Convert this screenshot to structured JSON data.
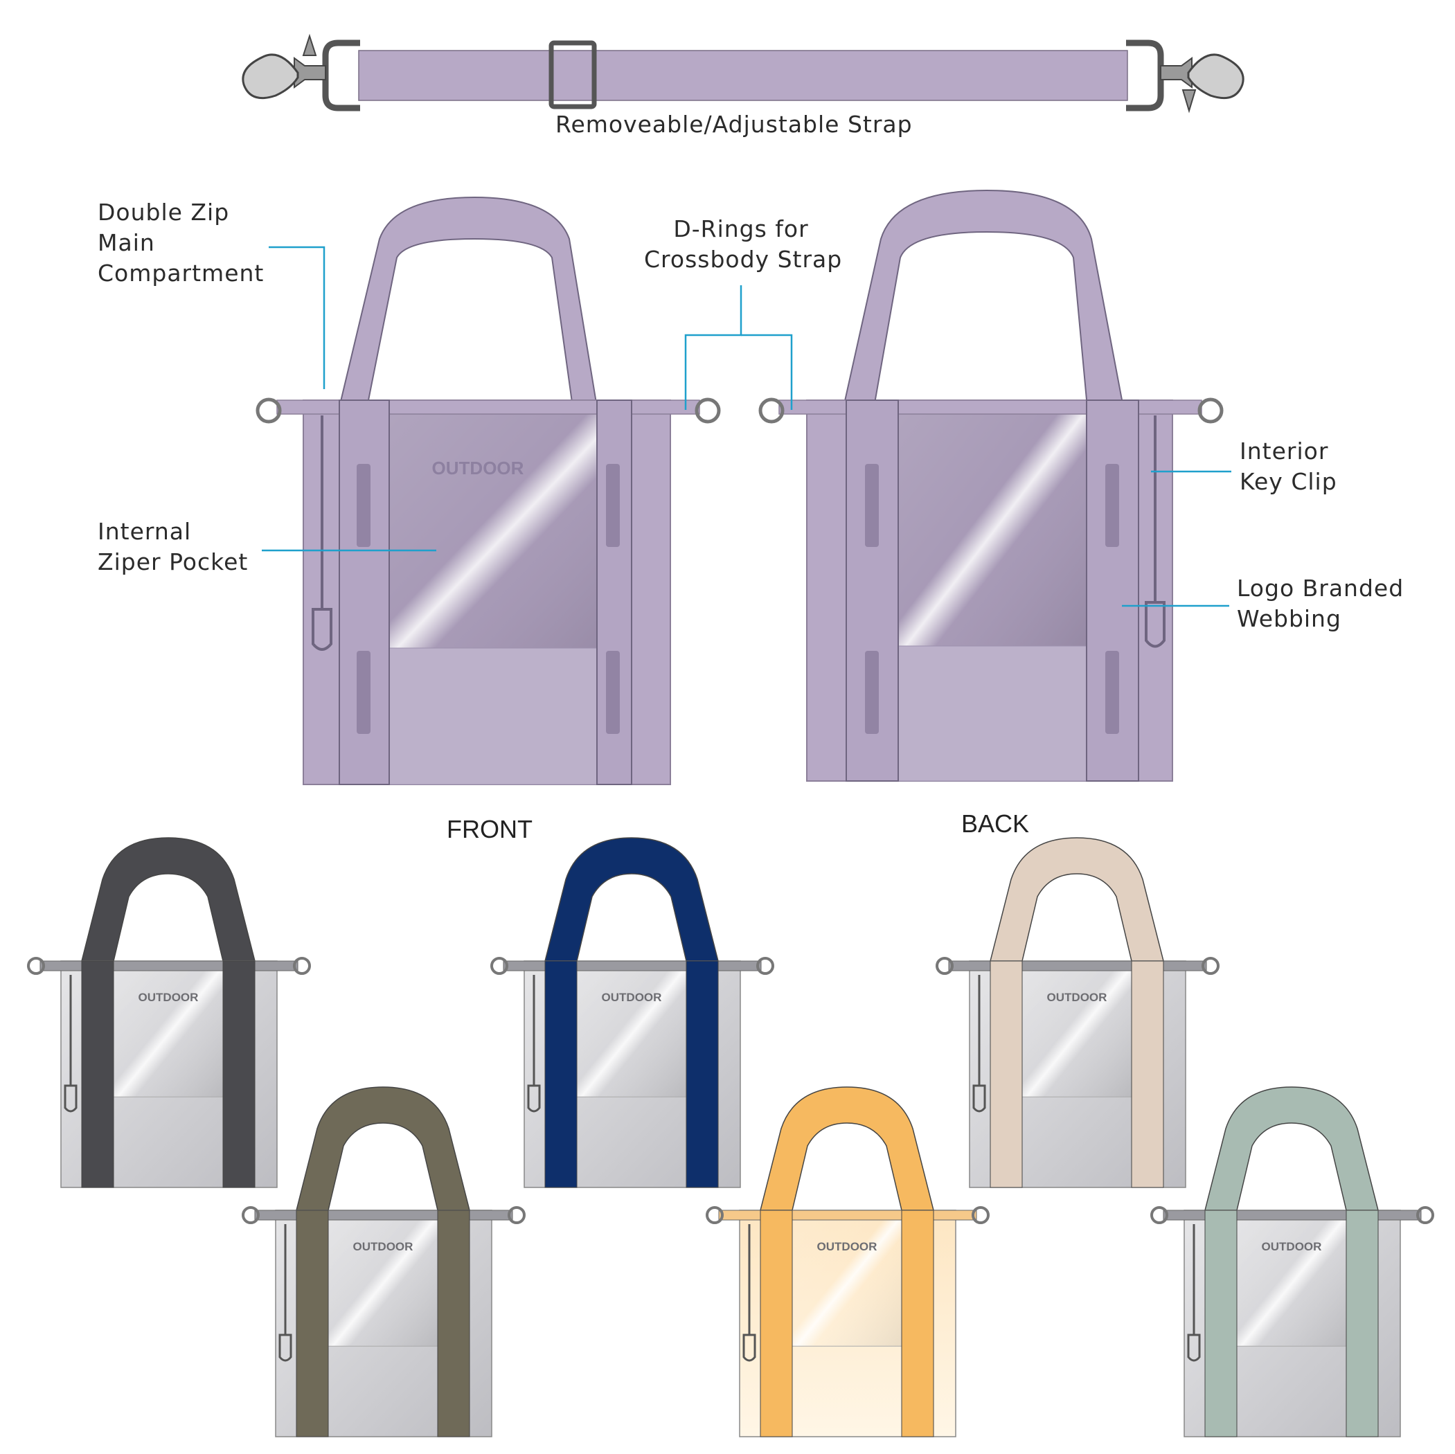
{
  "labels": {
    "strap": "Removeable/Adjustable Strap",
    "double_zip": [
      "Double Zip",
      "Main",
      "Compartment"
    ],
    "d_rings": [
      "D-Rings for",
      "Crossbody Strap"
    ],
    "internal_pocket": [
      "Internal",
      "Ziper Pocket"
    ],
    "key_clip": [
      "Interior",
      "Key Clip"
    ],
    "webbing": [
      "Logo Branded",
      "Webbing"
    ],
    "front": "FRONT",
    "back": "BACK"
  },
  "brand": {
    "logo_text": "OUTDOOR"
  },
  "colors": {
    "main_lavender": "#b7a9c6",
    "pointer_line": "#1fa0cc",
    "variants": [
      {
        "strap": "#4a4a4e"
      },
      {
        "strap": "#6f6a58"
      },
      {
        "strap": "#0e2f6b"
      },
      {
        "strap": "#f6b960"
      },
      {
        "strap": "#e1d0c1"
      },
      {
        "strap": "#a8bbb2"
      }
    ]
  }
}
